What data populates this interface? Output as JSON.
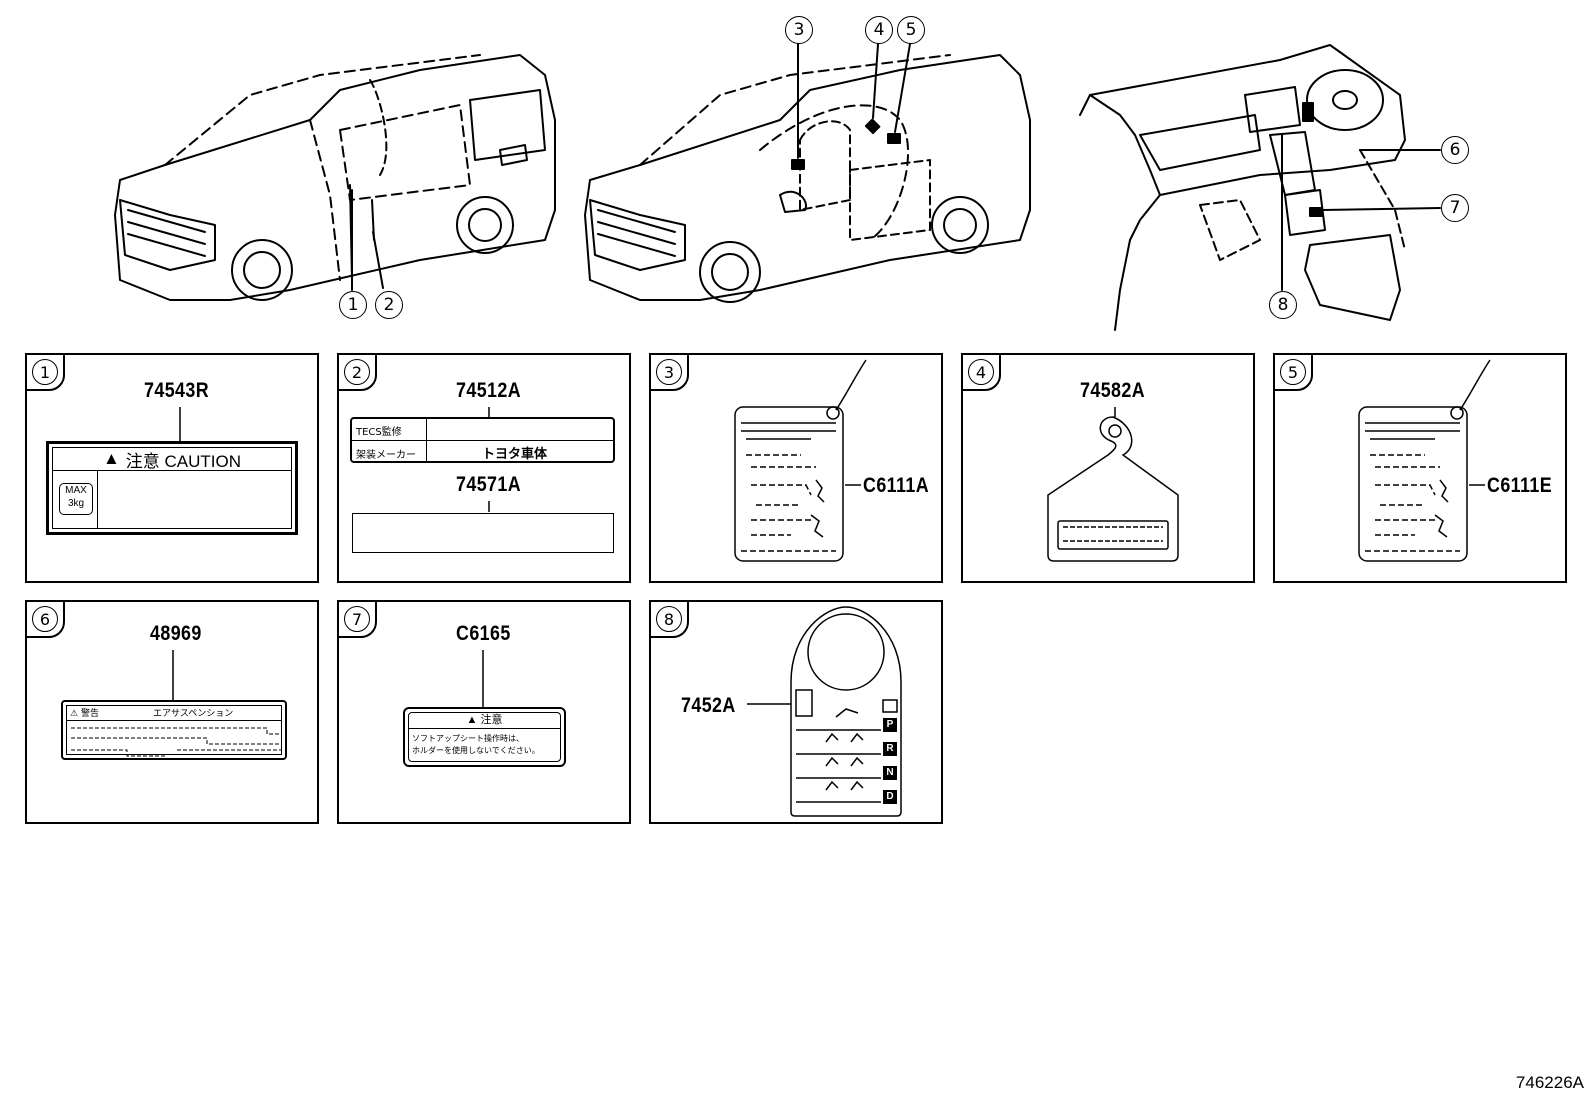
{
  "diagram": {
    "reference_code": "746226A",
    "callouts": [
      "1",
      "2",
      "3",
      "4",
      "5",
      "6",
      "7",
      "8"
    ],
    "panels": [
      {
        "num": "1",
        "parts": [
          "74543R"
        ],
        "caution_text": "注意 CAUTION",
        "max_text": "MAX",
        "kg_text": "3kg"
      },
      {
        "num": "2",
        "parts": [
          "74512A",
          "74571A"
        ],
        "row1_label": "TECS監修",
        "row2_label": "架装メーカー",
        "maker_text": "トヨタ車体"
      },
      {
        "num": "3",
        "parts": [
          "C6111A"
        ]
      },
      {
        "num": "4",
        "parts": [
          "74582A"
        ]
      },
      {
        "num": "5",
        "parts": [
          "C6111E"
        ]
      },
      {
        "num": "6",
        "parts": [
          "48969"
        ],
        "warn_label": "警告",
        "title_text": "エアサスペンション"
      },
      {
        "num": "7",
        "parts": [
          "C6165"
        ],
        "head_text": "注意",
        "line1": "ソフトアップシート操作時は、",
        "line2": "ホルダーを使用しないでください。"
      },
      {
        "num": "8",
        "parts": [
          "7452A"
        ],
        "gears": [
          "P",
          "R",
          "N",
          "D"
        ]
      }
    ]
  }
}
